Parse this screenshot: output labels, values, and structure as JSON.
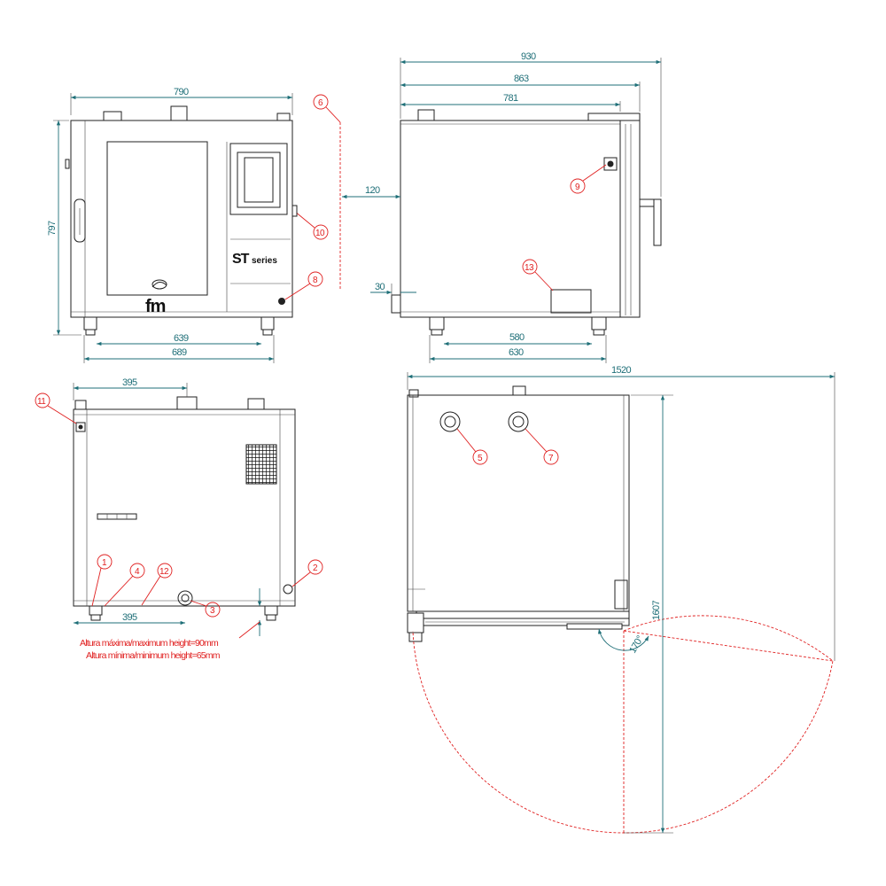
{
  "dimensions": {
    "front_width": "790",
    "front_height": "797",
    "front_feet_inner": "639",
    "front_feet_outer": "689",
    "side_total_depth": "930",
    "side_depth_handle": "863",
    "side_depth_body": "781",
    "side_clearance": "120",
    "side_foot_offset": "30",
    "side_feet_inner": "580",
    "side_feet_outer": "630",
    "rear_top_offset": "395",
    "rear_bottom_offset": "395",
    "plan_total_width": "1520",
    "plan_total_depth": "1607",
    "door_angle": "170°"
  },
  "callouts": [
    "1",
    "2",
    "3",
    "4",
    "5",
    "6",
    "7",
    "8",
    "9",
    "10",
    "11",
    "12",
    "13"
  ],
  "brand": {
    "logo_text": "fm",
    "series_text": "ST",
    "series_sub": "series"
  },
  "notes": {
    "max_height": "Altura máxima/maximum height=90mm",
    "min_height": "Altura mínima/minimum height=65mm"
  },
  "colors": {
    "dimension": "#1f6f78",
    "callout": "#e02020",
    "outline": "#222222"
  }
}
